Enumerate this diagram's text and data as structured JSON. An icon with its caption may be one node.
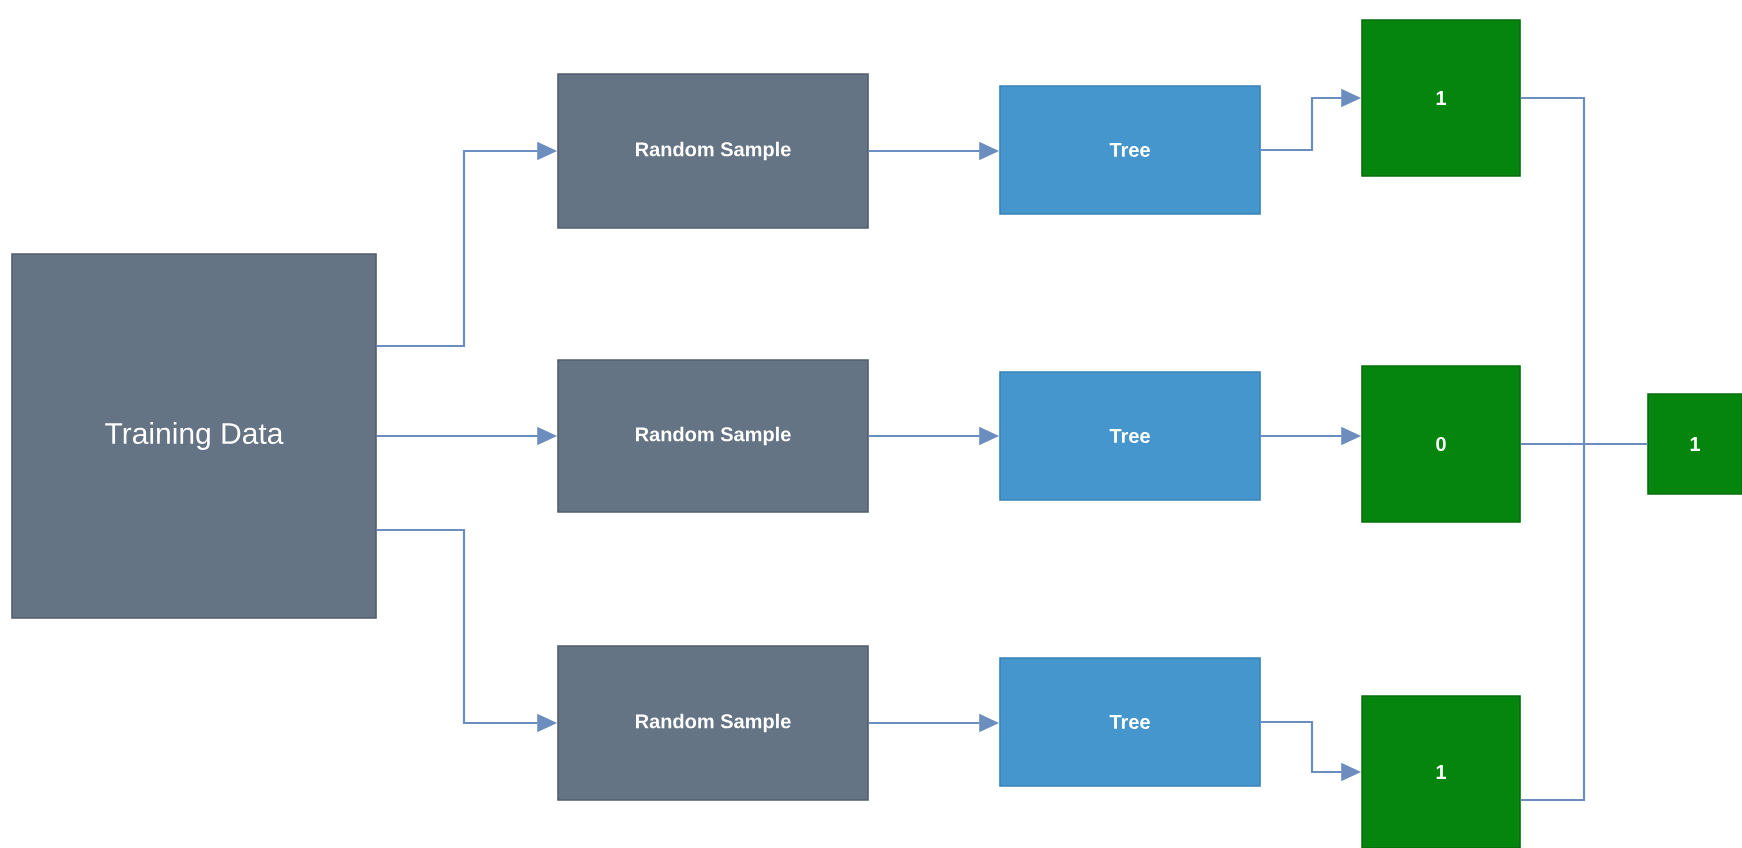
{
  "diagram": {
    "nodes": [
      {
        "text": [
          "Training Data"
        ]
      },
      {
        "text": [
          "Random Sample"
        ]
      },
      {
        "text": [
          "Random Sample"
        ]
      },
      {
        "text": [
          "Random Sample"
        ]
      },
      {
        "text": [
          "Tree"
        ]
      },
      {
        "text": [
          "Tree"
        ]
      },
      {
        "text": [
          "Tree"
        ]
      },
      {
        "text": [
          "1"
        ]
      },
      {
        "text": [
          "0"
        ]
      },
      {
        "text": [
          "1"
        ]
      },
      {
        "text": [
          "1"
        ]
      }
    ],
    "edges": [
      {
        "from": 0,
        "to": 1,
        "arrow": "to"
      },
      {
        "from": 0,
        "to": 2,
        "arrow": "to"
      },
      {
        "from": 0,
        "to": 3,
        "arrow": "to"
      },
      {
        "from": 1,
        "to": 4,
        "arrow": "to"
      },
      {
        "from": 2,
        "to": 5,
        "arrow": "to"
      },
      {
        "from": 3,
        "to": 6,
        "arrow": "to"
      },
      {
        "from": 4,
        "to": 7,
        "arrow": "to"
      },
      {
        "from": 5,
        "to": 8,
        "arrow": "to"
      },
      {
        "from": 6,
        "to": 9,
        "arrow": "to"
      },
      {
        "from": 7,
        "to": 10,
        "arrow": "none"
      },
      {
        "from": 8,
        "to": 10,
        "arrow": "none"
      },
      {
        "from": 9,
        "to": 10,
        "arrow": "none"
      }
    ]
  }
}
